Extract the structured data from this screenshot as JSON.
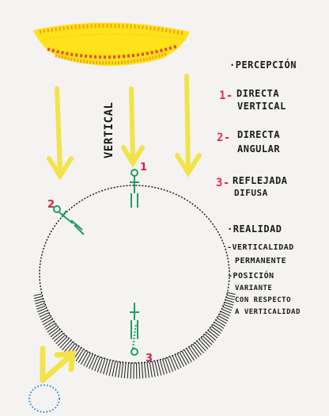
{
  "colors": {
    "sun_yellow": "#ffe31a",
    "sun_orange": "#f4a015",
    "sun_red": "#e8492a",
    "arrow_yellow": "#f2e34a",
    "figure_green": "#1c9e63",
    "accent_red": "#e8294a",
    "ink": "#1b1b1b",
    "dot_blue": "#2f7fd0"
  },
  "diagram": {
    "vertical_label": "VERTICAL",
    "figure_numbers": [
      "1",
      "2",
      "3"
    ],
    "notes": {
      "perception_title": "·PERCEPCIÓN",
      "item1_number": "1-",
      "item1_line1": "DIRECTA",
      "item1_line2": "VERTICAL",
      "item2_number": "2-",
      "item2_line1": "DIRECTA",
      "item2_line2": "ANGULAR",
      "item3_number": "3-",
      "item3_line1": "REFLEJADA",
      "item3_line2": "DIFUSA",
      "reality_title": "·REALIDAD",
      "reality_line1": "-VERTICALIDAD",
      "reality_line2": "PERMANENTE",
      "reality_line3": "-POSICIÓN",
      "reality_line4": "VARIANTE",
      "reality_line5": "CON RESPECTO",
      "reality_line6": "A VERTICALIDAD"
    }
  }
}
